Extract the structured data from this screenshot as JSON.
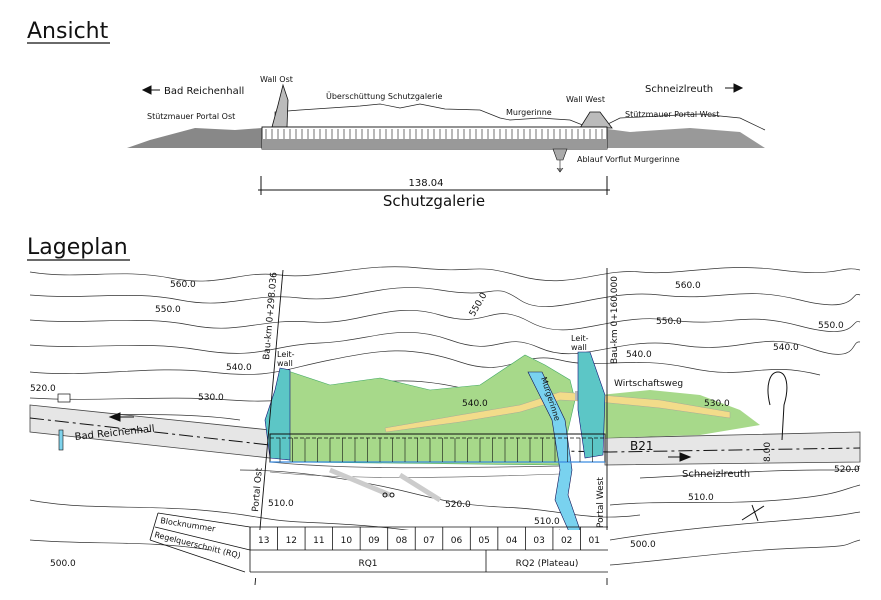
{
  "elevation": {
    "title": "Ansicht",
    "direction_left": "Bad Reichenhall",
    "direction_right": "Schneizlreuth",
    "labels": {
      "wall_ost": "Wall Ost",
      "ueberschuettung": "Überschüttung Schutzgalerie",
      "murgerinne": "Murgerinne",
      "wall_west": "Wall West",
      "stuetzmauer_ost": "Stützmauer Portal Ost",
      "stuetzmauer_west": "Stützmauer Portal West",
      "ablauf": "Ablauf Vorflut Murgerinne"
    },
    "dimension": "138.04",
    "dimension_label": "Schutzgalerie"
  },
  "plan": {
    "title": "Lageplan",
    "direction_left": "Bad Reichenhall",
    "direction_right": "Schneizlreuth",
    "road": "B21",
    "road_width": "8.00",
    "station_ost": "Bau-km 0+298.036",
    "station_west": "Bau-km 0+160.000",
    "portal_ost": "Portal Ost",
    "portal_west": "Portal West",
    "leitwall": "Leit-wall",
    "leitwall_line1": "Leit-",
    "leitwall_line2": "wall",
    "wirtschaftsweg": "Wirtschaftsweg",
    "murgerinne": "Murgerinne",
    "contours": {
      "c560a": "560.0",
      "c550a": "550.0",
      "c540a": "540.0",
      "c530a": "530.0",
      "c520a": "520.0",
      "c500a": "500.0",
      "c550b": "550.0",
      "c540b": "540.0",
      "c520b": "520.0",
      "c510b": "510.0",
      "c510c": "510.0",
      "c560c": "560.0",
      "c550c": "550.0",
      "c540c": "540.0",
      "c540d": "540.0",
      "c550d": "550.0",
      "c530c": "530.0",
      "c520c": "520.0",
      "c510d": "510.0",
      "c500c": "500.0"
    },
    "table": {
      "row1_label": "Blocknummer",
      "row2_label": "Regelquerschnitt (RQ)",
      "blocks": [
        "13",
        "12",
        "11",
        "10",
        "09",
        "08",
        "07",
        "06",
        "05",
        "04",
        "03",
        "02",
        "01"
      ],
      "rq1": "RQ1",
      "rq2": "RQ2 (Plateau)"
    }
  }
}
